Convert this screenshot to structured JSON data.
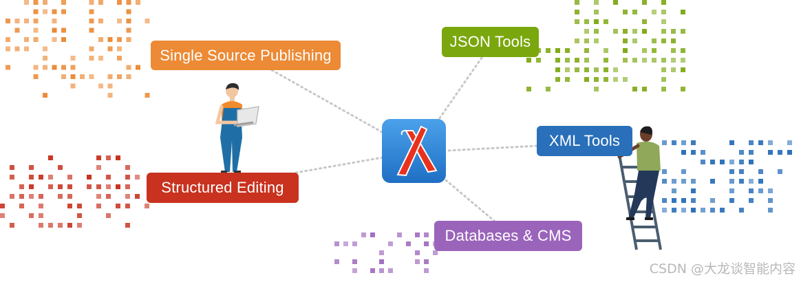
{
  "nodes": {
    "single_source_publishing": "Single Source Publishing",
    "json_tools": "JSON Tools",
    "xml_tools": "XML Tools",
    "structured_editing": "Structured Editing",
    "databases_cms": "Databases & CMS"
  },
  "watermark": "CSDN @大龙谈智能内容",
  "colors": {
    "orange": "#ec8a36",
    "green": "#7ba70e",
    "blue": "#2a6fb9",
    "red": "#c8321f",
    "purple": "#9b64bb",
    "logo_blue": "#2f86d6",
    "logo_red": "#e8321e",
    "connector": "#c7c7c7"
  },
  "icons": {
    "center_logo": "oxygen-x-logo-icon",
    "left_figure": "person-with-laptop-icon",
    "right_figure": "person-on-ladder-icon"
  }
}
